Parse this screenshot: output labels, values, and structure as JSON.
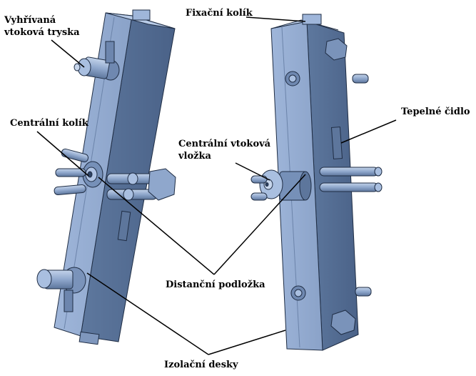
{
  "labels": {
    "heated_nozzle_1": "Vyhřívaná",
    "heated_nozzle_2": "vtoková tryska",
    "locating_pin": "Fixační kolík",
    "central_pin": "Centrální kolík",
    "thermocouple": "Tepelné čidlo",
    "central_insert_1": "Centrální vtoková",
    "central_insert_2": "vložka",
    "spacer": "Distanční podložka",
    "insulation": "Izolační desky"
  },
  "colors": {
    "body": "#8fa7cc",
    "face": "#a5bddf",
    "shadow": "#556f96",
    "dark": "#3f5677",
    "outline": "#1f2d44",
    "leader": "#000000"
  }
}
